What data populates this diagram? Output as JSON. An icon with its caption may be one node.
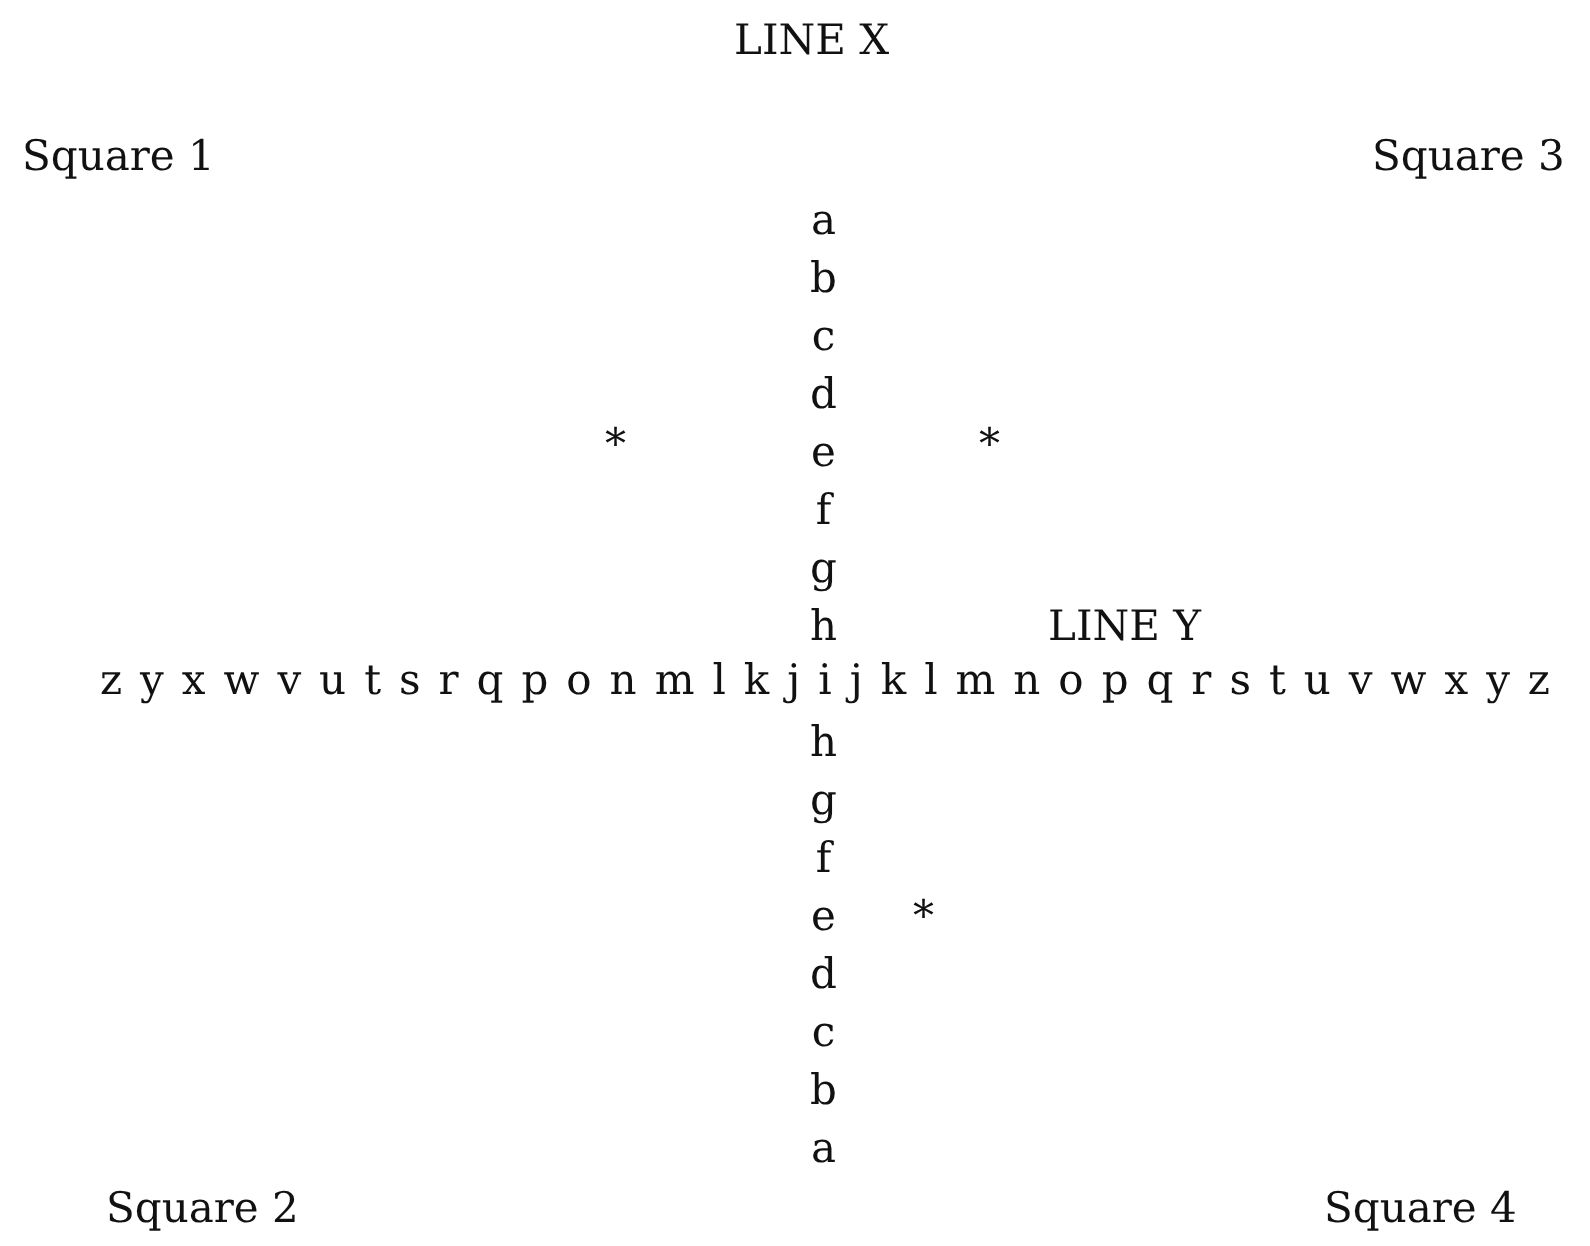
{
  "diagram": {
    "title": "LINE X",
    "labels": [
      "Square 1",
      "Square 3",
      "a b c d e f g h",
      "*",
      "*",
      "LINE Y",
      "z y x w v u t s r q p o n m l k j i j k l m n o p q r s t u v w x y z",
      "h g f e d c b a",
      "*",
      "Square 2",
      "Square 4"
    ]
  }
}
